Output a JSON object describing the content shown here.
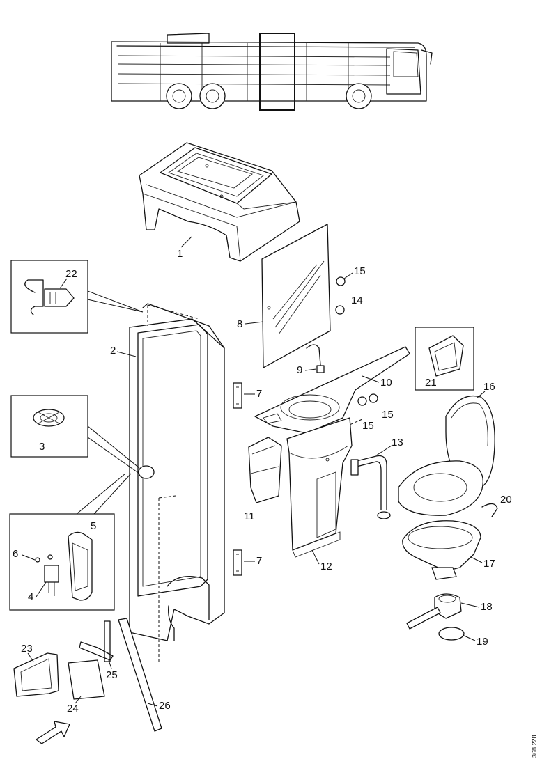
{
  "drawing_code": "368 228",
  "callouts": [
    {
      "id": "1",
      "text": "1"
    },
    {
      "id": "2",
      "text": "2"
    },
    {
      "id": "3",
      "text": "3"
    },
    {
      "id": "4",
      "text": "4"
    },
    {
      "id": "5",
      "text": "5"
    },
    {
      "id": "6",
      "text": "6"
    },
    {
      "id": "7a",
      "text": "7"
    },
    {
      "id": "7b",
      "text": "7"
    },
    {
      "id": "8",
      "text": "8"
    },
    {
      "id": "9",
      "text": "9"
    },
    {
      "id": "10",
      "text": "10"
    },
    {
      "id": "11",
      "text": "11"
    },
    {
      "id": "12",
      "text": "12"
    },
    {
      "id": "13",
      "text": "13"
    },
    {
      "id": "14",
      "text": "14"
    },
    {
      "id": "15a",
      "text": "15"
    },
    {
      "id": "15b",
      "text": "15"
    },
    {
      "id": "15c",
      "text": "15"
    },
    {
      "id": "16",
      "text": "16"
    },
    {
      "id": "17",
      "text": "17"
    },
    {
      "id": "18",
      "text": "18"
    },
    {
      "id": "19",
      "text": "19"
    },
    {
      "id": "20",
      "text": "20"
    },
    {
      "id": "21",
      "text": "21"
    },
    {
      "id": "22",
      "text": "22"
    },
    {
      "id": "23",
      "text": "23"
    },
    {
      "id": "24",
      "text": "24"
    },
    {
      "id": "25",
      "text": "25"
    },
    {
      "id": "26",
      "text": "26"
    }
  ]
}
